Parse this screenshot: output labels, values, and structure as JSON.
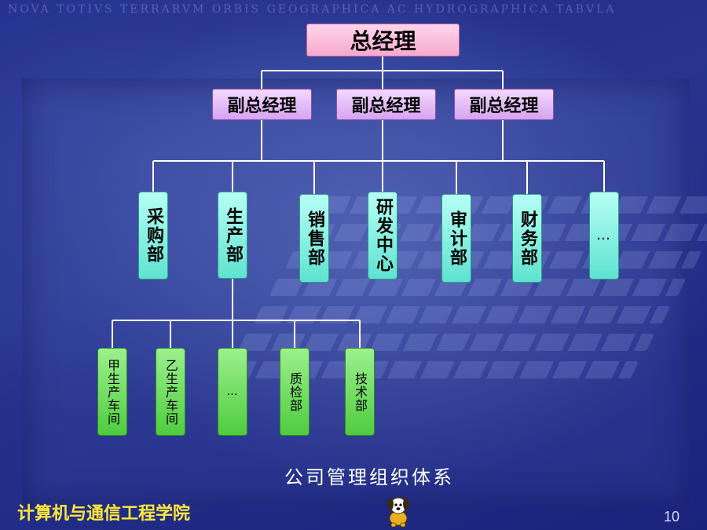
{
  "background_banner": "NOVA TOTIVS TERRARVM ORBIS GEOGRAPHICA AC HYDROGRAPHICA TABVLA",
  "org_chart": {
    "root": "总经理",
    "vice_presidents": [
      "副总经理",
      "副总经理",
      "副总经理"
    ],
    "departments": [
      "采购部",
      "生产部",
      "销售部",
      "研发中心",
      "审计部",
      "财务部",
      "…"
    ],
    "production_units": [
      "甲生产车间",
      "乙生产车间",
      "…",
      "质检部",
      "技术部"
    ]
  },
  "caption": "公司管理组织体系",
  "footer": {
    "school": "计算机与通信工程学院",
    "page_number": "10",
    "mascot_icon": "dog-mascot-icon"
  },
  "colors": {
    "background": "#1e2a8a",
    "root_box": "#f6a8cf",
    "vp_box": "#d6a4f0",
    "department_box": "#5fe2d0",
    "unit_box": "#4fcc3e",
    "connector": "#ffffff",
    "school_text": "#ffe83a"
  }
}
